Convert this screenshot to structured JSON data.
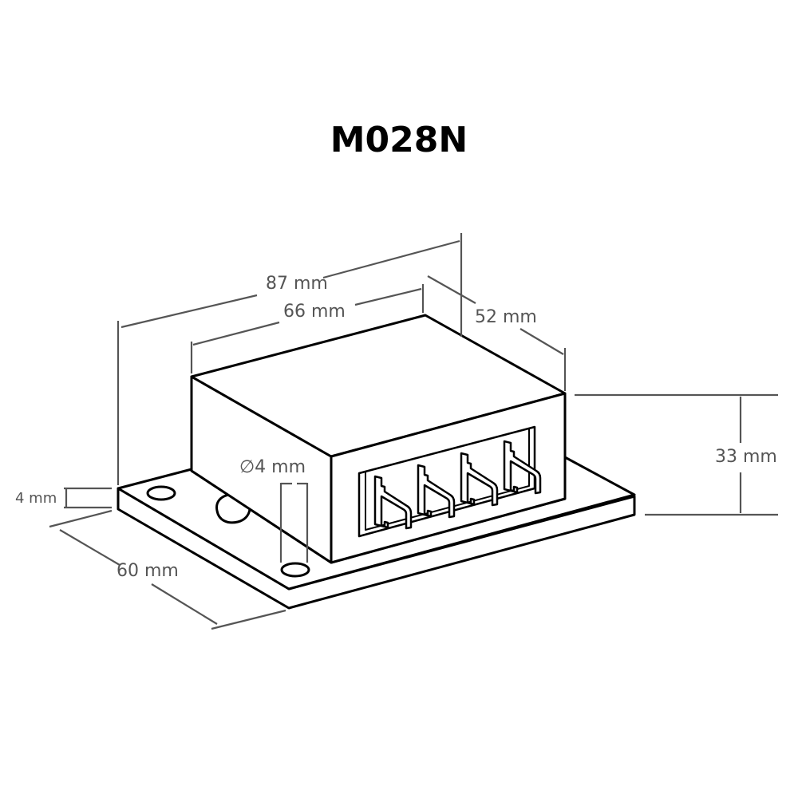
{
  "title": "M028N",
  "dimensions": {
    "length_outer": "87 mm",
    "length_inner": "66 mm",
    "depth": "52 mm",
    "height": "33 mm",
    "width_base": "60 mm",
    "base_thickness": "4 mm",
    "hole_diameter": "4 mm",
    "diameter_symbol": "∅"
  },
  "colors": {
    "outline": "#000000",
    "dimension": "#555555"
  }
}
